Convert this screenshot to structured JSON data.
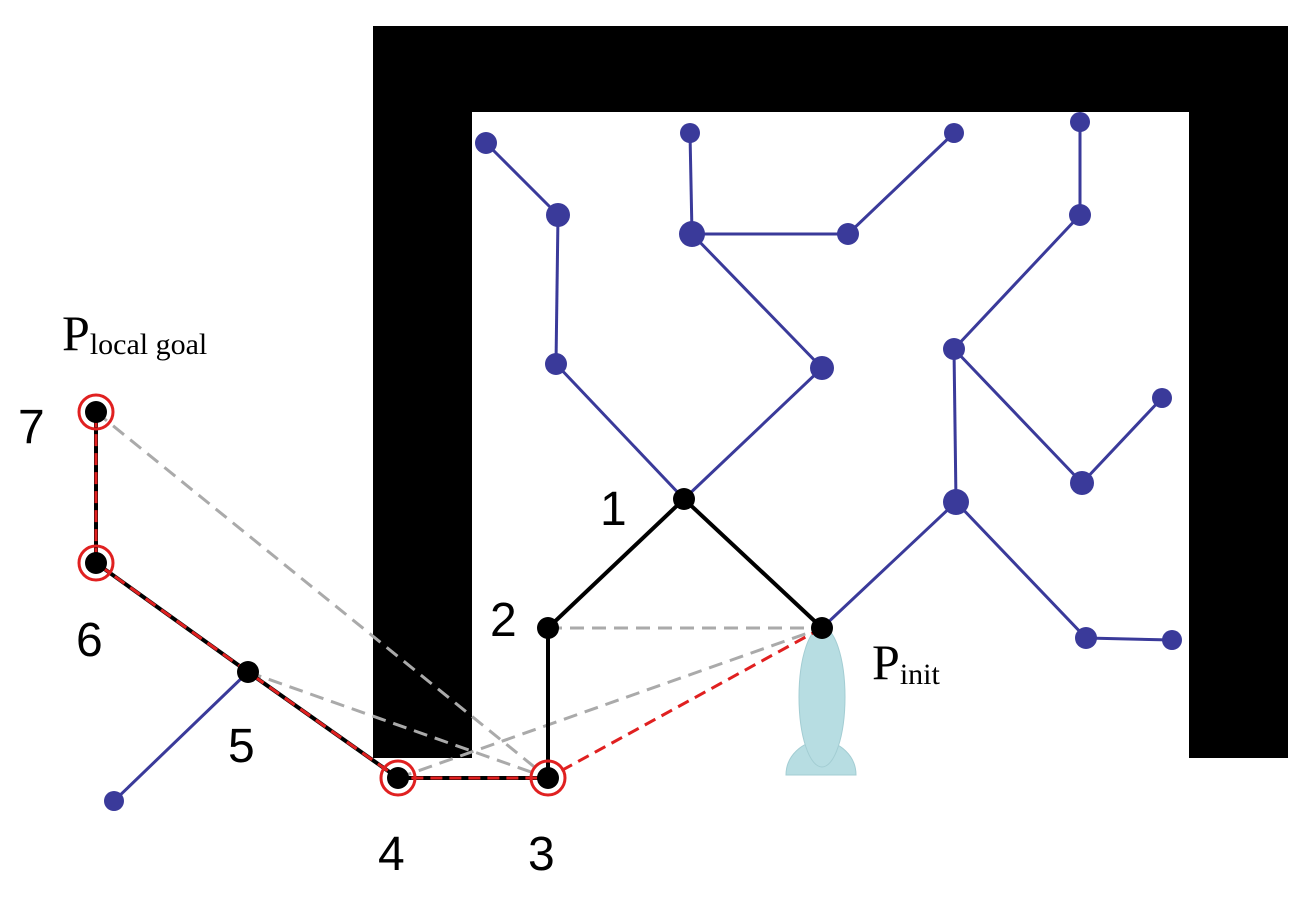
{
  "labels": {
    "local_goal_main": "P",
    "local_goal_sub": "local goal",
    "init_main": "P",
    "init_sub": "init"
  },
  "path_nodes": [
    {
      "id": "1",
      "label": "1"
    },
    {
      "id": "2",
      "label": "2"
    },
    {
      "id": "3",
      "label": "3"
    },
    {
      "id": "4",
      "label": "4"
    },
    {
      "id": "5",
      "label": "5"
    },
    {
      "id": "6",
      "label": "6"
    },
    {
      "id": "7",
      "label": "7"
    }
  ],
  "colors": {
    "wall": "#000000",
    "tree": "#3a3a9a",
    "path": "#000000",
    "optimized_path": "#e02020",
    "candidate_edge": "#aaaaaa",
    "selected_node_ring": "#e02020",
    "robot": "#b7dde2"
  }
}
